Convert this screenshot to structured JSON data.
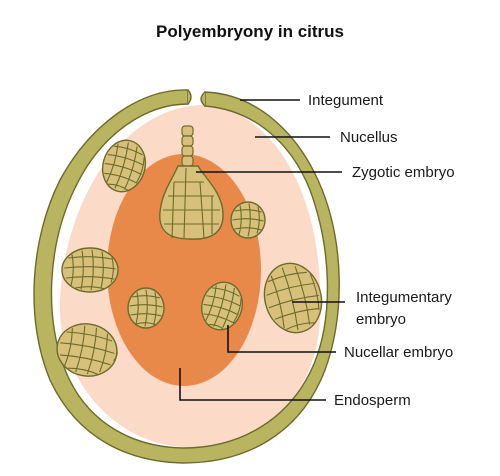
{
  "title": "Polyembryony in citrus",
  "labels": {
    "integument": "Integument",
    "nucellus": "Nucellus",
    "zygotic_embryo": "Zygotic embryo",
    "integumentary_embryo_line1": "Integumentary",
    "integumentary_embryo_line2": "embryo",
    "nucellar_embryo": "Nucellar embryo",
    "endosperm": "Endosperm"
  },
  "colors": {
    "integument": "#b9b460",
    "integument_outline": "#6e6a2c",
    "nucellus": "#fbdac8",
    "endosperm": "#e8894a",
    "embryo_cell": "#d7c17a",
    "embryo_outline": "#6e6a2c",
    "leader_line": "#111111"
  }
}
